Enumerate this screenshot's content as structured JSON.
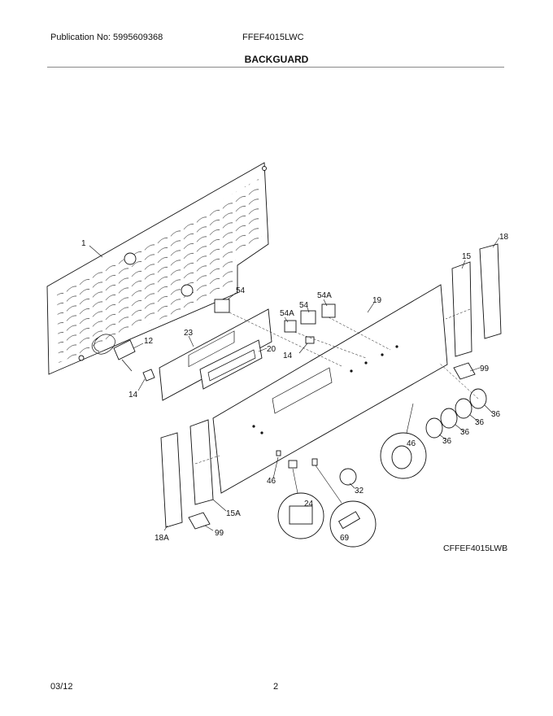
{
  "header": {
    "publication": "Publication No: 5995609368",
    "model": "FFEF4015LWC",
    "section_title": "BACKGUARD"
  },
  "diagram": {
    "drawing_code": "CFFEF4015LWB",
    "callouts": {
      "c1": "1",
      "c12": "12",
      "c14a": "14",
      "c23": "23",
      "c54a": "54",
      "c20": "20",
      "c14b": "14",
      "c54Aa": "54A",
      "c54b": "54",
      "c54Ab": "54A",
      "c19": "19",
      "c15": "15",
      "c18": "18",
      "c99a": "99",
      "c36a": "36",
      "c36b": "36",
      "c36c": "36",
      "c36d": "36",
      "c46a": "46",
      "c46b": "46",
      "c32": "32",
      "c24": "24",
      "c69": "69",
      "c15A": "15A",
      "c18A": "18A",
      "c99b": "99"
    }
  },
  "footer": {
    "date": "03/12",
    "page_number": "2"
  }
}
